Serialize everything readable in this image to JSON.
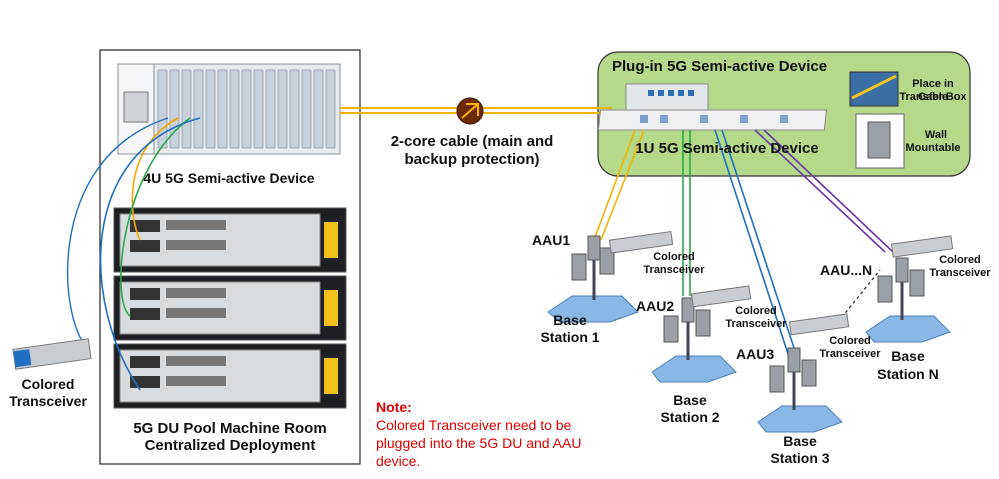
{
  "left_room": {
    "device_4u_label": "4U 5G Semi-active Device",
    "room_label_line1": "5G DU Pool Machine Room",
    "room_label_line2": "Centralized Deployment",
    "left_transceiver_line1": "Colored",
    "left_transceiver_line2": "Transceiver"
  },
  "cable": {
    "line1": "2-core cable (main and",
    "line2": "backup protection)"
  },
  "remote_box": {
    "title": "Plug-in 5G Semi-active Device",
    "device_1u_label": "1U 5G Semi-active Device",
    "cable_box_line1": "Place in Cable",
    "cable_box_line2": "Transfer Box",
    "wall_line1": "Wall",
    "wall_line2": "Mountable",
    "box_color": "#b4d98a"
  },
  "stations": [
    {
      "aau": "AAU1",
      "line1": "Base",
      "line2": "Station 1",
      "tx1": "Colored",
      "tx2": "Transceiver"
    },
    {
      "aau": "AAU2",
      "line1": "Base",
      "line2": "Station 2",
      "tx1": "Colored",
      "tx2": "Transceiver"
    },
    {
      "aau": "AAU3",
      "line1": "Base",
      "line2": "Station 3",
      "tx1": "Colored",
      "tx2": "Transceiver"
    },
    {
      "aau": "AAU...N",
      "line1": "Base",
      "line2": "Station N",
      "tx1": "Colored",
      "tx2": "Transceiver"
    }
  ],
  "note": {
    "title": "Note:",
    "line1": "Colored Transceiver need to be",
    "line2": "plugged into the 5G DU and AAU",
    "line3": "device.",
    "color": "#e00000"
  }
}
